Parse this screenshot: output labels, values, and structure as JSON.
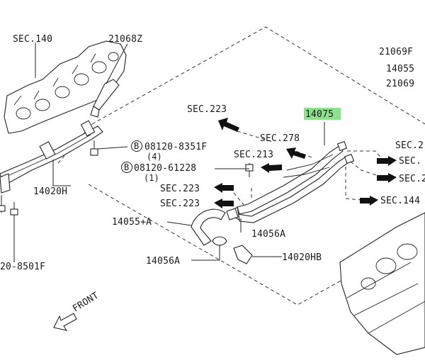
{
  "labels": {
    "sec140": "SEC.140",
    "p21068z": "21068Z",
    "p21069f": "21069F",
    "p14055": "14055",
    "p21069": "21069",
    "sec223_top": "SEC.223",
    "p14075": "14075",
    "sec278": "SEC.278",
    "sec213": "SEC.213",
    "sec223_mid": "SEC.223",
    "sec223_low": "SEC.223",
    "sec_right1": "SEC.2",
    "sec_right2": "SEC.",
    "sec_right3": "SEC.2",
    "sec144": "SEC.144",
    "bolt1_code": "08120-8351F",
    "bolt1_qty": "(4)",
    "bolt2_code": "08120-61228",
    "bolt2_qty": "(1)",
    "p14020h": "14020H",
    "p14055a": "14055+A",
    "p14056a_right": "14056A",
    "p14056a_left": "14056A",
    "p14020hb": "14020HB",
    "bolt3_code": "20-8501F",
    "front": "FRONT",
    "b_marker": "B"
  },
  "highlight_color": "#8ee08e"
}
